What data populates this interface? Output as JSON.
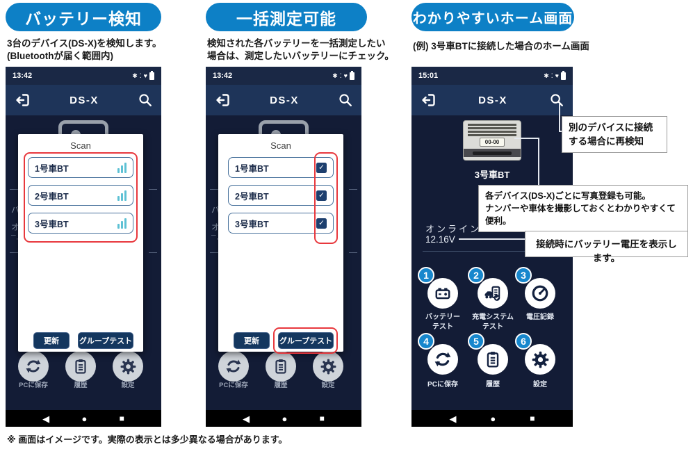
{
  "footer_note": "※ 画面はイメージです。実際の表示とは多少異なる場合があります。",
  "icons": {
    "bluetooth": "✱",
    "dots": "⁚",
    "wifi": "♥",
    "nav_back": "◀",
    "nav_home": "●",
    "nav_recents": "■"
  },
  "colors": {
    "accent_blue": "#0d80c6",
    "highlight_red": "#e8383d",
    "navy_dark": "#131c36",
    "button_navy": "#14375f",
    "signal_teal": "#5ec1d4"
  },
  "col1": {
    "badge": "バッテリー検知",
    "desc1": "3台のデバイス(DS-X)を検知します。",
    "desc2": "(Bluetoothが届く範囲内)",
    "phone": {
      "time": "13:42",
      "title": "DS-X",
      "scan_title": "Scan",
      "devices": [
        "1号車BT",
        "2号車BT",
        "3号車BT"
      ],
      "btn_update": "更新",
      "btn_group": "グループテスト",
      "frag1": "バ",
      "frag2": "オ",
      "frag3": "¯·¯",
      "dock": [
        "PCに保存",
        "履歴",
        "設定"
      ]
    }
  },
  "col2": {
    "badge": "一括測定可能",
    "desc1": "検知された各バッテリーを一括測定したい",
    "desc2": "場合は、測定したいバッテリーにチェック。",
    "phone": {
      "time": "13:42",
      "title": "DS-X",
      "scan_title": "Scan",
      "devices": [
        "1号車BT",
        "2号車BT",
        "3号車BT"
      ],
      "check": "✓",
      "btn_update": "更新",
      "btn_group": "グループテスト",
      "frag1": "バ",
      "frag2": "オ",
      "frag3": "¯·¯",
      "dock": [
        "PCに保存",
        "履歴",
        "設定"
      ]
    }
  },
  "col3": {
    "badge": "わかりやすいホーム画面",
    "desc1": "(例) 3号車BTに接続した場合のホーム画面",
    "phone": {
      "time": "15:01",
      "title": "DS-X",
      "device_label": "3号車BT",
      "plate": "00-00",
      "status_label": "オンライン",
      "voltage": "12.16V",
      "menu": [
        {
          "num": "1",
          "line1": "バッテリー",
          "line2": "テスト"
        },
        {
          "num": "2",
          "line1": "充電システム",
          "line2": "テスト"
        },
        {
          "num": "3",
          "line1": "電圧記録",
          "line2": ""
        },
        {
          "num": "4",
          "line1": "PCに保存",
          "line2": ""
        },
        {
          "num": "5",
          "line1": "履歴",
          "line2": ""
        },
        {
          "num": "6",
          "line1": "設定",
          "line2": ""
        }
      ]
    },
    "callouts": {
      "c1l1": "別のデバイスに接続",
      "c1l2": "する場合に再検知",
      "c2l1": "各デバイス(DS-X)ごとに写真登録も可能。",
      "c2l2": "ナンバーや車体を撮影しておくとわかりやすくて便利。",
      "c3": "接続時にバッテリー電圧を表示します。"
    }
  }
}
